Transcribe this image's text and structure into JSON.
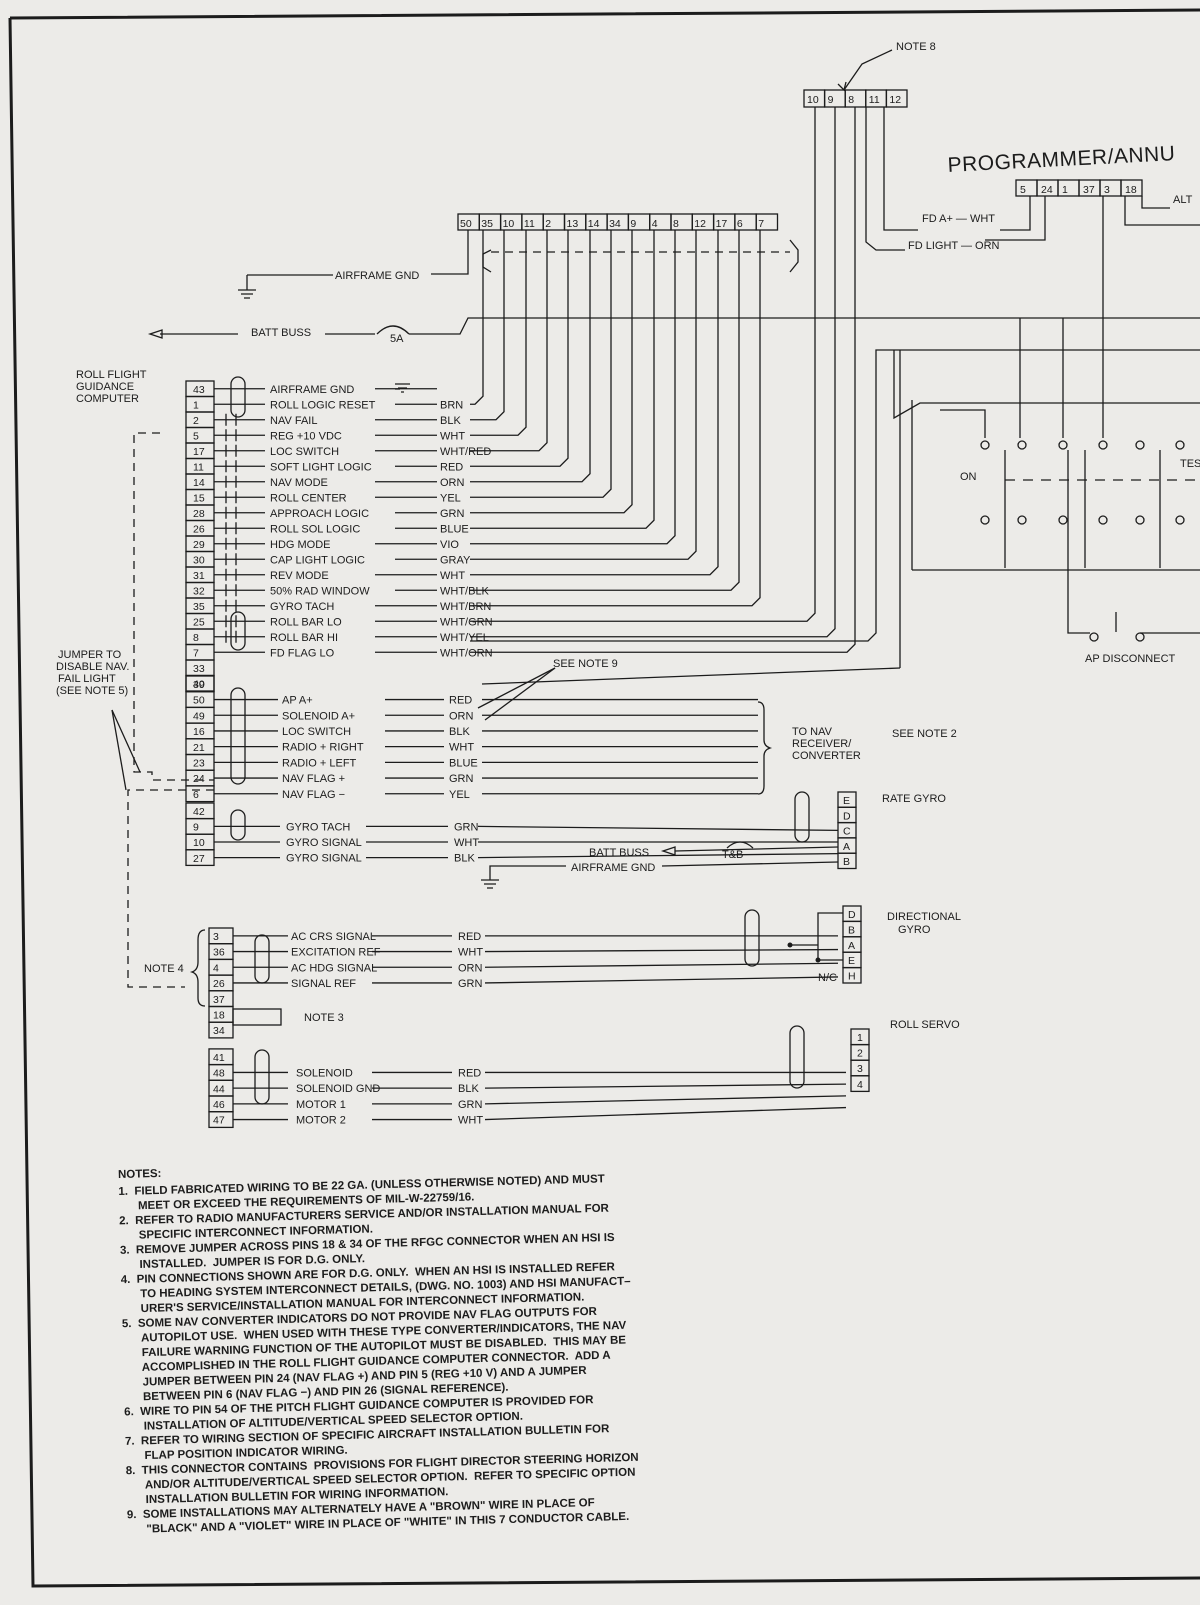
{
  "diagram": {
    "title_programmer": "PROGRAMMER/ANNU",
    "note8_callout": "NOTE 8",
    "programmer_top_pins": [
      "10",
      "9",
      "8",
      "11",
      "12"
    ],
    "programmer_pins": [
      "5",
      "24",
      "1",
      "37",
      "3",
      "18"
    ],
    "alt_label": "ALT",
    "fd_a_plus": "FD A+ — WHT",
    "fd_light": "FD LIGHT — ORN",
    "top_connector_pins": [
      "50",
      "35",
      "10",
      "11",
      "2",
      "13",
      "14",
      "34",
      "9",
      "4",
      "8",
      "12",
      "17",
      "6",
      "7"
    ],
    "airframe_gnd": "AIRFRAME GND",
    "batt_buss": "BATT BUSS",
    "fuse_5a": "5A",
    "rfgc_title": [
      "ROLL FLIGHT",
      "GUIDANCE",
      "COMPUTER"
    ],
    "on_label": "ON",
    "test_label": "TES",
    "ap_disconnect": "AP DISCONNECT",
    "pins_block1": [
      {
        "pin": "43",
        "signal": "AIRFRAME GND",
        "color": ""
      },
      {
        "pin": "1",
        "signal": "ROLL LOGIC RESET",
        "color": "BRN"
      },
      {
        "pin": "2",
        "signal": "NAV FAIL",
        "color": "BLK"
      },
      {
        "pin": "5",
        "signal": "REG +10 VDC",
        "color": "WHT"
      },
      {
        "pin": "17",
        "signal": "LOC SWITCH",
        "color": "WHT/RED"
      },
      {
        "pin": "11",
        "signal": "SOFT LIGHT LOGIC",
        "color": "RED"
      },
      {
        "pin": "14",
        "signal": "NAV MODE",
        "color": "ORN"
      },
      {
        "pin": "15",
        "signal": "ROLL CENTER",
        "color": "YEL"
      },
      {
        "pin": "28",
        "signal": "APPROACH LOGIC",
        "color": "GRN"
      },
      {
        "pin": "26",
        "signal": "ROLL SOL LOGIC",
        "color": "BLUE"
      },
      {
        "pin": "29",
        "signal": "HDG MODE",
        "color": "VIO"
      },
      {
        "pin": "30",
        "signal": "CAP LIGHT LOGIC",
        "color": "GRAY"
      },
      {
        "pin": "31",
        "signal": "REV MODE",
        "color": "WHT"
      },
      {
        "pin": "32",
        "signal": "50% RAD WINDOW",
        "color": "WHT/BLK"
      },
      {
        "pin": "35",
        "signal": "GYRO TACH",
        "color": "WHT/BRN"
      },
      {
        "pin": "25",
        "signal": "ROLL BAR LO",
        "color": "WHT/GRN"
      },
      {
        "pin": "8",
        "signal": "ROLL BAR HI",
        "color": "WHT/YEL"
      },
      {
        "pin": "7",
        "signal": "FD FLAG LO",
        "color": "WHT/ORN"
      },
      {
        "pin": "33",
        "signal": "",
        "color": ""
      },
      {
        "pin": "40",
        "signal": "",
        "color": ""
      }
    ],
    "pins_block2": [
      {
        "pin": "39",
        "signal": "",
        "color": ""
      },
      {
        "pin": "50",
        "signal": "AP A+",
        "color": "RED"
      },
      {
        "pin": "49",
        "signal": "SOLENOID A+",
        "color": "ORN"
      },
      {
        "pin": "16",
        "signal": "LOC SWITCH",
        "color": "BLK"
      },
      {
        "pin": "21",
        "signal": "RADIO + RIGHT",
        "color": "WHT"
      },
      {
        "pin": "23",
        "signal": "RADIO + LEFT",
        "color": "BLUE"
      },
      {
        "pin": "24",
        "signal": "NAV FLAG +",
        "color": "GRN"
      },
      {
        "pin": "6",
        "signal": "NAV FLAG −",
        "color": "YEL"
      }
    ],
    "pins_block3": [
      {
        "pin": "42",
        "signal": "",
        "color": ""
      },
      {
        "pin": "9",
        "signal": "GYRO TACH",
        "color": "GRN"
      },
      {
        "pin": "10",
        "signal": "GYRO SIGNAL",
        "color": "WHT"
      },
      {
        "pin": "27",
        "signal": "GYRO SIGNAL",
        "color": "BLK"
      }
    ],
    "pins_block4": [
      {
        "pin": "3",
        "signal": "AC CRS SIGNAL",
        "color": "RED"
      },
      {
        "pin": "36",
        "signal": "EXCITATION REF",
        "color": "WHT"
      },
      {
        "pin": "4",
        "signal": "AC HDG SIGNAL",
        "color": "ORN"
      },
      {
        "pin": "26",
        "signal": "SIGNAL REF",
        "color": "GRN"
      },
      {
        "pin": "37",
        "signal": "",
        "color": ""
      },
      {
        "pin": "18",
        "signal": "",
        "color": ""
      },
      {
        "pin": "34",
        "signal": "",
        "color": ""
      },
      {
        "pin": "41",
        "signal": "",
        "color": ""
      },
      {
        "pin": "48",
        "signal": "SOLENOID",
        "color": "RED"
      },
      {
        "pin": "44",
        "signal": "SOLENOID GND",
        "color": "BLK"
      },
      {
        "pin": "46",
        "signal": "MOTOR 1",
        "color": "GRN"
      },
      {
        "pin": "47",
        "signal": "MOTOR 2",
        "color": "WHT"
      }
    ],
    "see_note9": "SEE NOTE 9",
    "to_nav": [
      "TO NAV",
      "RECEIVER/",
      "CONVERTER"
    ],
    "see_note2": "SEE NOTE 2",
    "jumper_note": [
      "JUMPER TO",
      "DISABLE NAV.",
      "FAIL LIGHT",
      "(SEE NOTE 5)"
    ],
    "rate_gyro": "RATE GYRO",
    "rate_gyro_pins": [
      "E",
      "D",
      "C",
      "A",
      "B"
    ],
    "tb_label": "T&B",
    "batt_buss_2": "BATT BUSS",
    "airframe_gnd_2": "AIRFRAME GND",
    "directional_gyro": [
      "DIRECTIONAL",
      "GYRO"
    ],
    "dg_pins": [
      "D",
      "B",
      "A",
      "E",
      "H"
    ],
    "nc_label": "N/C",
    "note4_label": "NOTE 4",
    "note3_label": "NOTE 3",
    "roll_servo": "ROLL SERVO",
    "servo_pins": [
      "1",
      "2",
      "3",
      "4"
    ]
  },
  "notes": {
    "heading": "NOTES:",
    "lines": [
      "1.  FIELD FABRICATED WIRING TO BE 22 GA. (UNLESS OTHERWISE NOTED) AND MUST",
      "      MEET OR EXCEED THE REQUIREMENTS OF MIL-W-22759/16.",
      "2.  REFER TO RADIO MANUFACTURERS SERVICE AND/OR INSTALLATION MANUAL FOR",
      "      SPECIFIC INTERCONNECT INFORMATION.",
      "3.  REMOVE JUMPER ACROSS PINS 18 & 34 OF THE RFGC CONNECTOR WHEN AN HSI IS",
      "      INSTALLED.  JUMPER IS FOR D.G. ONLY.",
      "4.  PIN CONNECTIONS SHOWN ARE FOR D.G. ONLY.  WHEN AN HSI IS INSTALLED REFER",
      "      TO HEADING SYSTEM INTERCONNECT DETAILS, (DWG. NO. 1003) AND HSI MANUFACT–",
      "      URER'S SERVICE/INSTALLATION MANUAL FOR INTERCONNECT INFORMATION.",
      "5.  SOME NAV CONVERTER INDICATORS DO NOT PROVIDE NAV FLAG OUTPUTS FOR",
      "      AUTOPILOT USE.  WHEN USED WITH THESE TYPE CONVERTER/INDICATORS, THE NAV",
      "      FAILURE WARNING FUNCTION OF THE AUTOPILOT MUST BE DISABLED.  THIS MAY BE",
      "      ACCOMPLISHED IN THE ROLL FLIGHT GUIDANCE COMPUTER CONNECTOR.  ADD A",
      "      JUMPER BETWEEN PIN 24 (NAV FLAG +) AND PIN 5 (REG +10 V) AND A JUMPER",
      "      BETWEEN PIN 6 (NAV FLAG −) AND PIN 26 (SIGNAL REFERENCE).",
      "6.  WIRE TO PIN 54 OF THE PITCH FLIGHT GUIDANCE COMPUTER IS PROVIDED FOR",
      "      INSTALLATION OF ALTITUDE/VERTICAL SPEED SELECTOR OPTION.",
      "7.  REFER TO WIRING SECTION OF SPECIFIC AIRCRAFT INSTALLATION BULLETIN FOR",
      "      FLAP POSITION INDICATOR WIRING.",
      "8.  THIS CONNECTOR CONTAINS  PROVISIONS FOR FLIGHT DIRECTOR STEERING HORIZON",
      "      AND/OR ALTITUDE/VERTICAL SPEED SELECTOR OPTION.  REFER TO SPECIFIC OPTION",
      "      INSTALLATION BULLETIN FOR WIRING INFORMATION.",
      "9.  SOME INSTALLATIONS MAY ALTERNATELY HAVE A \"BROWN\" WIRE IN PLACE OF",
      "      \"BLACK\" AND A \"VIOLET\" WIRE IN PLACE OF \"WHITE\" IN THIS 7 CONDUCTOR CABLE."
    ]
  }
}
